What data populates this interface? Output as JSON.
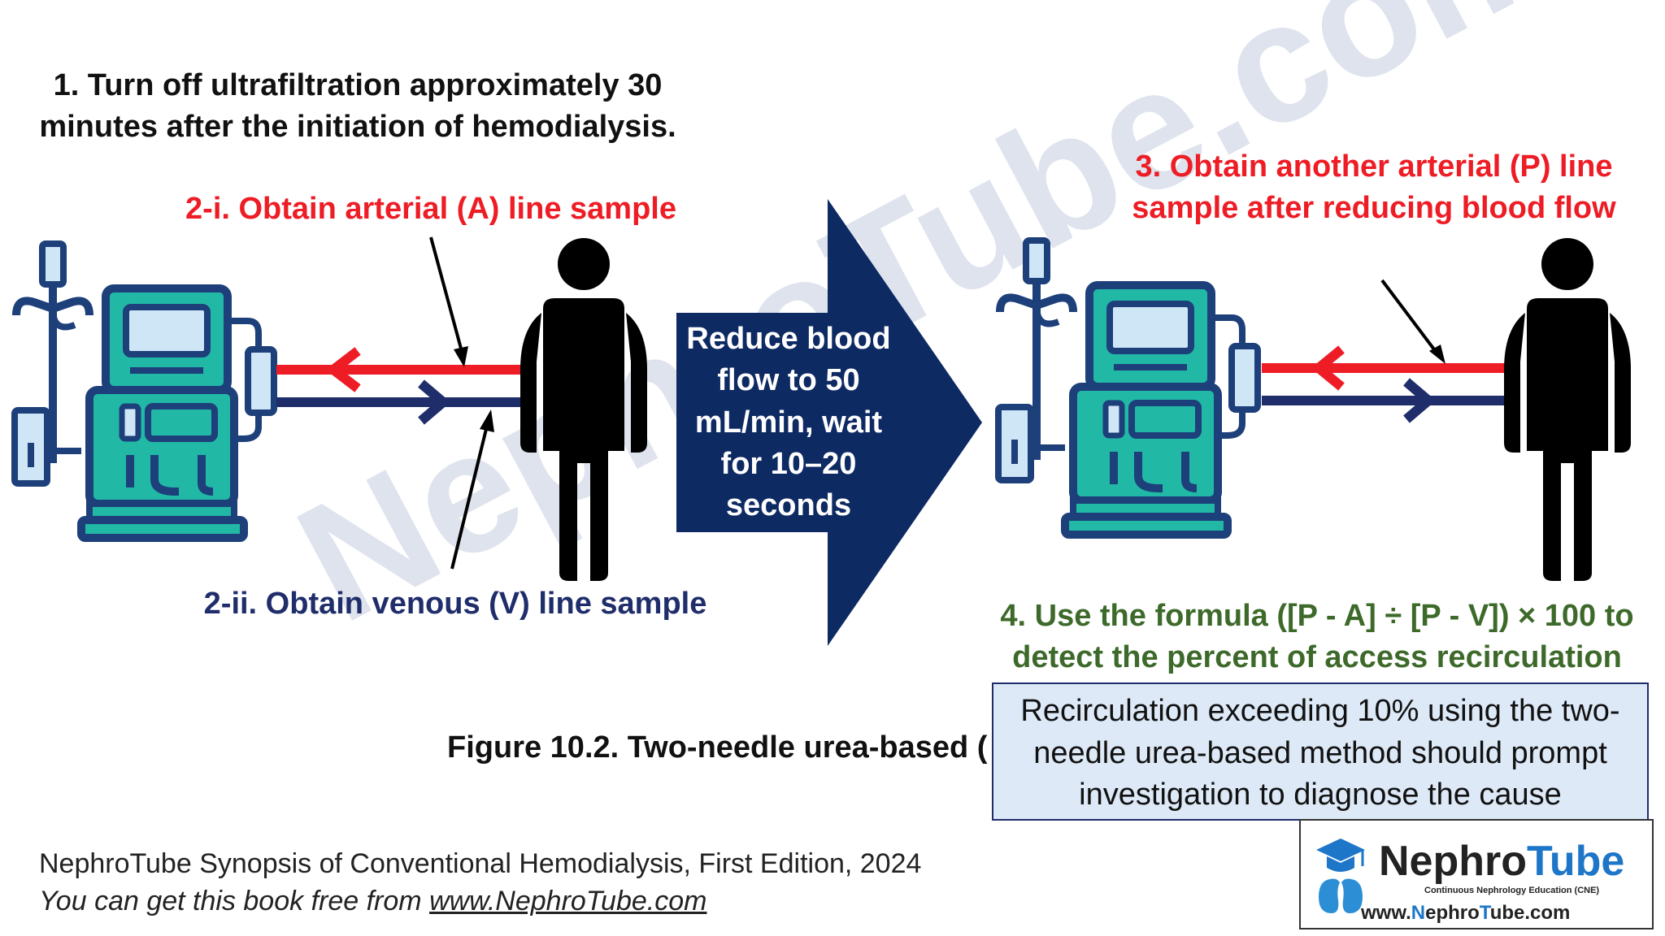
{
  "steps": {
    "step1": "1. Turn off ultrafiltration approximately 30 minutes after the initiation of hemodialysis.",
    "step2i": "2-i. Obtain arterial (A) line sample",
    "step2ii": "2-ii. Obtain venous (V) line sample",
    "step3": "3. Obtain another arterial (P) line sample after reducing blood flow",
    "step4": "4. Use the formula ([P - A] ÷ [P - V]) × 100 to detect the percent of access recirculation"
  },
  "arrow_text": "Reduce blood flow to 50 mL/min, wait for 10–20 seconds",
  "figure_caption": "Figure 10.2. Two-needle urea-based (",
  "note": "Recirculation exceeding 10% using the two-needle urea-based method should prompt investigation to diagnose the cause",
  "footer": {
    "line1": "NephroTube Synopsis of Conventional Hemodialysis, First Edition, 2024",
    "line2_prefix": "You can get this book free from ",
    "line2_link": "www.NephroTube.com"
  },
  "logo": {
    "name_part1": "Nephro",
    "name_part2": "Tube",
    "subtitle": "Continuous Nephrology Education (CNE)",
    "url_part1": "www.",
    "url_part2": "N",
    "url_part3": "ephro",
    "url_part4": "T",
    "url_part5": "ube.com"
  },
  "watermark": "NephroTube.com",
  "colors": {
    "arterial": "#ee1c25",
    "venous": "#1f2d6b",
    "arrow": "#0e2a63",
    "machine_teal": "#22b8a6",
    "machine_outline": "#1d3f7a",
    "formula_green": "#3d6a2a"
  },
  "icons": [
    "dialysis-machine-icon",
    "person-icon",
    "graduation-cap-icon"
  ]
}
